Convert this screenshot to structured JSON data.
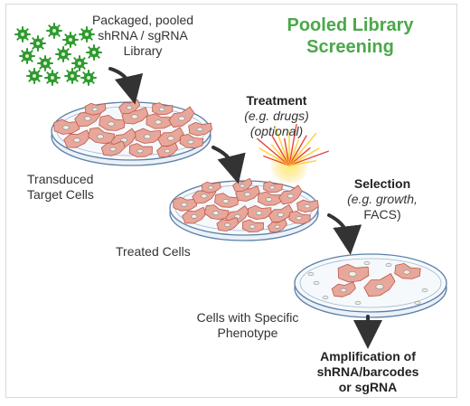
{
  "title": {
    "line1": "Pooled Library",
    "line2": "Screening"
  },
  "colors": {
    "title": "#4aa84a",
    "virus": "#2f9a2f",
    "cell_fill": "#e7a79a",
    "cell_stroke": "#c0574a",
    "dish": "#5b7fa6",
    "arrow": "#333333"
  },
  "library": {
    "line1": "Packaged, pooled",
    "line2": "shRNA / sgRNA",
    "line3": "Library"
  },
  "transduced": {
    "line1": "Transduced",
    "line2": "Target Cells"
  },
  "treatment": {
    "heading": "Treatment",
    "example": "(e.g. drugs)",
    "note": "(optional)"
  },
  "treated": {
    "label": "Treated Cells"
  },
  "selection": {
    "heading": "Selection",
    "example": "(e.g. growth,",
    "line2": "FACS)"
  },
  "phenotype": {
    "line1": "Cells with Specific",
    "line2": "Phenotype"
  },
  "amplification": {
    "line1": "Amplification of",
    "line2": "shRNA/barcodes",
    "line3": "or sgRNA"
  }
}
